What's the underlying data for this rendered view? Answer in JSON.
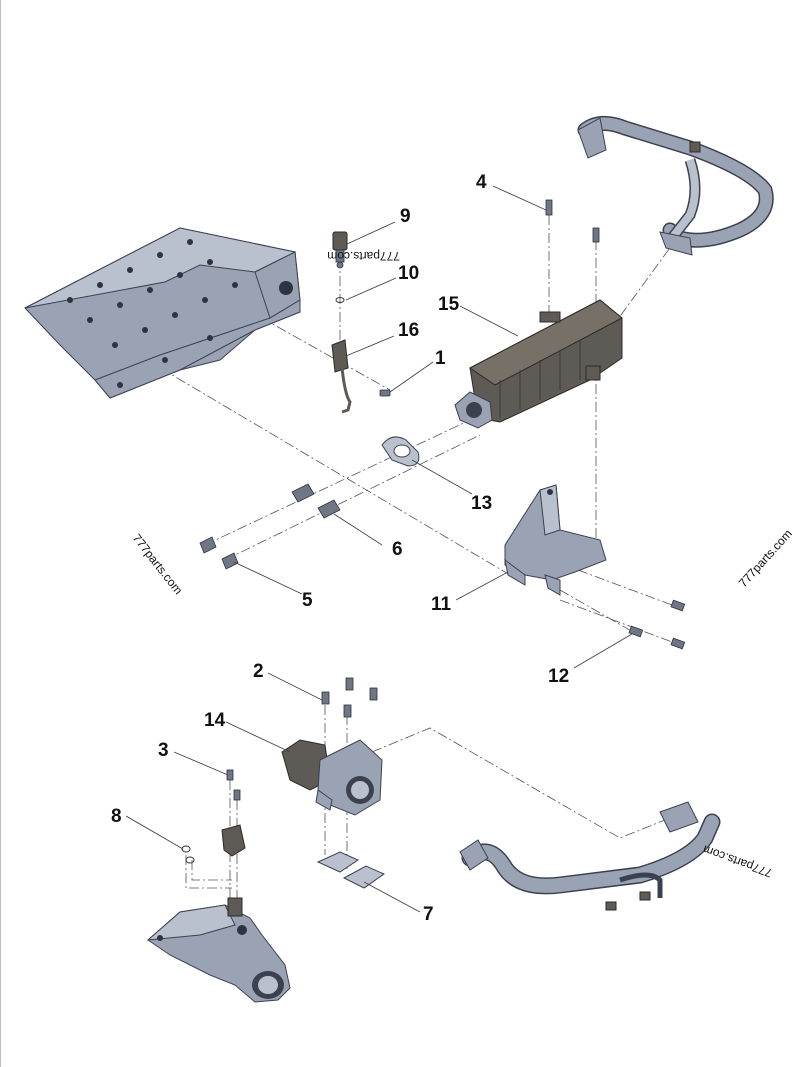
{
  "callouts": [
    {
      "id": "c1",
      "label": "1"
    },
    {
      "id": "c2",
      "label": "2"
    },
    {
      "id": "c3",
      "label": "3"
    },
    {
      "id": "c4",
      "label": "4"
    },
    {
      "id": "c5",
      "label": "5"
    },
    {
      "id": "c6",
      "label": "6"
    },
    {
      "id": "c7",
      "label": "7"
    },
    {
      "id": "c8",
      "label": "8"
    },
    {
      "id": "c9",
      "label": "9"
    },
    {
      "id": "c10",
      "label": "10"
    },
    {
      "id": "c11",
      "label": "11"
    },
    {
      "id": "c12",
      "label": "12"
    },
    {
      "id": "c13",
      "label": "13"
    },
    {
      "id": "c14",
      "label": "14"
    },
    {
      "id": "c15",
      "label": "15"
    },
    {
      "id": "c16",
      "label": "16"
    }
  ],
  "watermarks": [
    "777parts.com",
    "777parts.com",
    "777parts.com",
    "777parts.com"
  ],
  "colors": {
    "part_metal": "#9aa3b4",
    "cooler_dark": "#5e5a55",
    "line": "#444444"
  }
}
